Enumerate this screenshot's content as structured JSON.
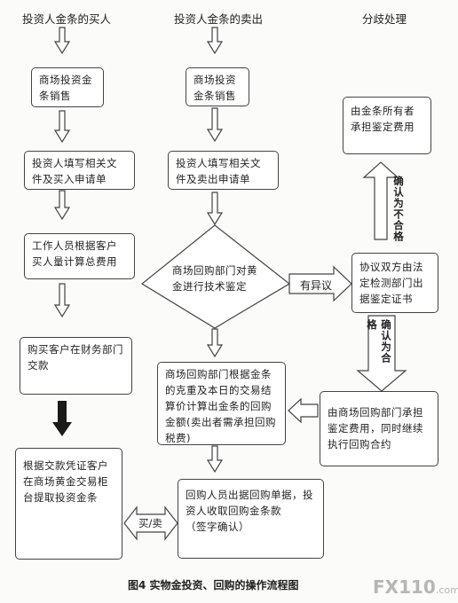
{
  "headers": {
    "buy": "投资人金条的买人",
    "sell": "投资人金条的卖出",
    "dispute": "分歧处理"
  },
  "buy": {
    "step1": "商场投资金条销售",
    "step2": "投资人填写相关文件及买入申请单",
    "step3": "工作人员根据客户买人量计算总费用",
    "step4": "购买客户在财务部门交款",
    "step5": "根据交款凭证客户在商场黄金交易柜台提取投资金条"
  },
  "sell": {
    "step1": "商场投资金条销售",
    "step2": "投资人填写相关文件及卖出申请单",
    "inspect": "商场回购部门对黄金进行技术鉴定",
    "calc": "商场回购部门根据金条的克重及本日的交易结算价计算出金条的回购金额(卖出者需承担回购税费)",
    "final_line1": "回购人员出据回购单据，投资人收取回购金条款",
    "final_line2": "（签字确认）"
  },
  "dispute": {
    "owner_pays": "由金条所有者承担鉴定费用",
    "third_party": "协议双方由法定检测部门出据鉴定证书",
    "mall_pays": "由商场回购部门承担鉴定费用，同时继续执行回购合约"
  },
  "labels": {
    "objection": "有异议",
    "confirm_wrong": "确认为不合格",
    "confirm_ok": "确认为合格",
    "buy_sell": "买/卖"
  },
  "caption": "图4   实物金投资、回购的操作流程图",
  "watermark": {
    "brand": "FX110",
    "suffix": ".com"
  }
}
